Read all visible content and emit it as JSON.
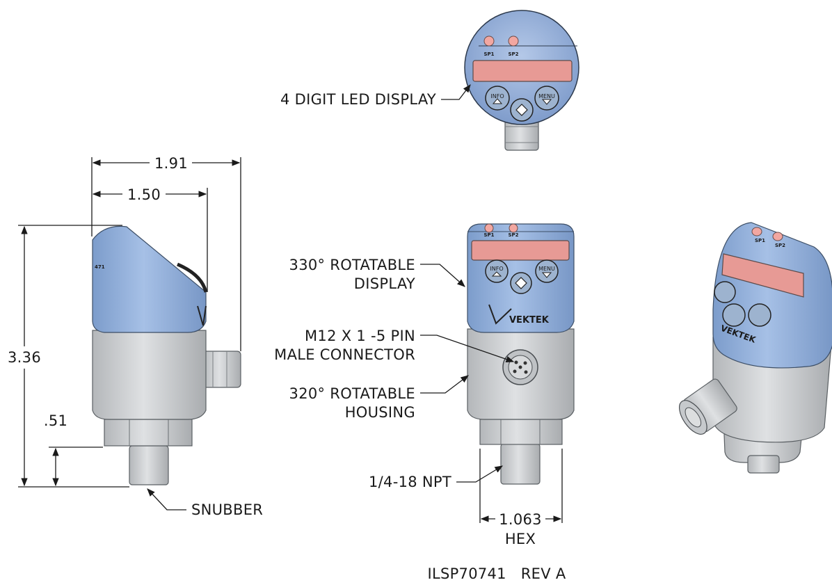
{
  "labels": {
    "led_display": "4 DIGIT LED DISPLAY",
    "rotatable_display_1": "330° ROTATABLE",
    "rotatable_display_2": "DISPLAY",
    "connector_1": "M12 X 1 -5 PIN",
    "connector_2": "MALE CONNECTOR",
    "rotatable_housing_1": "320° ROTATABLE",
    "rotatable_housing_2": "HOUSING",
    "npt": "1/4-18 NPT",
    "snubber": "SNUBBER",
    "hex_value": "1.063",
    "hex_label": "HEX",
    "drawing_id": "ILSP70741   REV A"
  },
  "dimensions": {
    "overall_width": "1.91",
    "body_width": "1.50",
    "height": "3.36",
    "fitting_height": ".51"
  },
  "device": {
    "sp1": "SP1",
    "sp2": "SP2",
    "info": "INFO",
    "menu": "MENU",
    "brand": "VEKTEK"
  },
  "colors": {
    "housing_blue": "#8fb0dd",
    "body_grey": "#c9cbcd",
    "led_red": "#e79a95"
  }
}
